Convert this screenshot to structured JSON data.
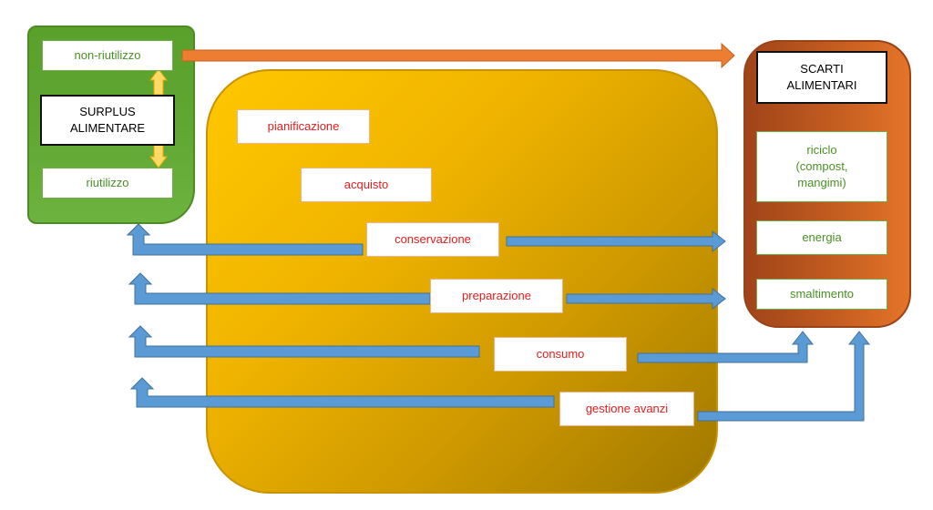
{
  "surplus": {
    "non_reuse": "non-riutilizzo",
    "title": "SURPLUS\nALIMENTARE",
    "reuse": "riutilizzo"
  },
  "scarti": {
    "title": "SCARTI\nALIMENTARI",
    "recycle": "riciclo\n(compost,\nmangimi)",
    "energy": "energia",
    "disposal": "smaltimento"
  },
  "stages": {
    "planning": "pianificazione",
    "purchase": "acquisto",
    "storage": "conservazione",
    "preparation": "preparazione",
    "consumption": "consumo",
    "leftovers": "gestione avanzi"
  },
  "colors": {
    "blue_arrow": "#5b9bd5",
    "orange_arrow": "#ed7d31",
    "yellow_arrow": "#ffc000"
  }
}
